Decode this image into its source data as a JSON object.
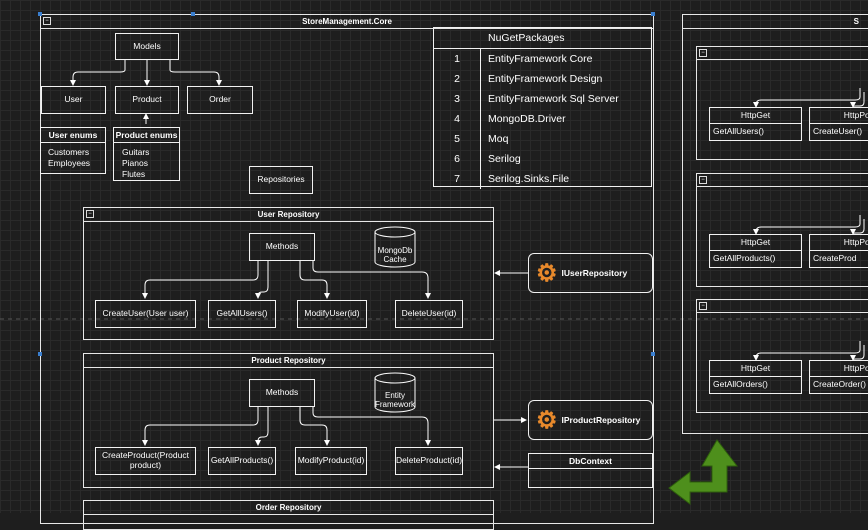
{
  "core": {
    "title": "StoreManagement.Core",
    "models": "Models",
    "user": "User",
    "product": "Product",
    "order": "Order",
    "user_enums": {
      "title": "User enums",
      "items": [
        "Customers",
        "Employees"
      ]
    },
    "product_enums": {
      "title": "Product enums",
      "items": [
        "Guitars",
        "Pianos",
        "Flutes"
      ]
    },
    "repositories": "Repositories"
  },
  "nuget": {
    "title": "NuGetPackages",
    "rows": [
      {
        "n": "1",
        "name": "EntityFramework Core"
      },
      {
        "n": "2",
        "name": "EntityFramework Design"
      },
      {
        "n": "3",
        "name": "EntityFramework Sql Server"
      },
      {
        "n": "4",
        "name": "MongoDB.Driver"
      },
      {
        "n": "5",
        "name": "Moq"
      },
      {
        "n": "6",
        "name": "Serilog"
      },
      {
        "n": "7",
        "name": "Serilog.Sinks.File"
      }
    ]
  },
  "user_repo": {
    "title": "User Repository",
    "methods": "Methods",
    "db": "MongoDb Cache",
    "ops": [
      "CreateUser(User user)",
      "GetAllUsers()",
      "ModifyUser(id)",
      "DeleteUser(id)"
    ]
  },
  "product_repo": {
    "title": "Product Repository",
    "methods": "Methods",
    "db": "Entity Framework",
    "ops": [
      "CreateProduct(Product product)",
      "GetAllProducts()",
      "ModifyProduct(id)",
      "DeleteProduct(id)"
    ]
  },
  "order_repo": {
    "title": "Order Repository"
  },
  "interfaces": {
    "user": "IUserRepository",
    "product": "IProductRepository",
    "dbcontext": "DbContext"
  },
  "right": {
    "title": "S",
    "blocks": [
      {
        "get": "HttpGet",
        "post": "HttpPos",
        "get_op": "GetAllUsers()",
        "post_op": "CreateUser()"
      },
      {
        "get": "HttpGet",
        "post": "HttpPos",
        "get_op": "GetAllProducts()",
        "post_op": "CreateProd"
      },
      {
        "get": "HttpGet",
        "post": "HttpPos",
        "get_op": "GetAllOrders()",
        "post_op": "CreateOrder()"
      }
    ]
  },
  "colors": {
    "accent_arrow": "#4e8f1c",
    "gear": "#e8892b",
    "selection": "#3a7fd0"
  }
}
